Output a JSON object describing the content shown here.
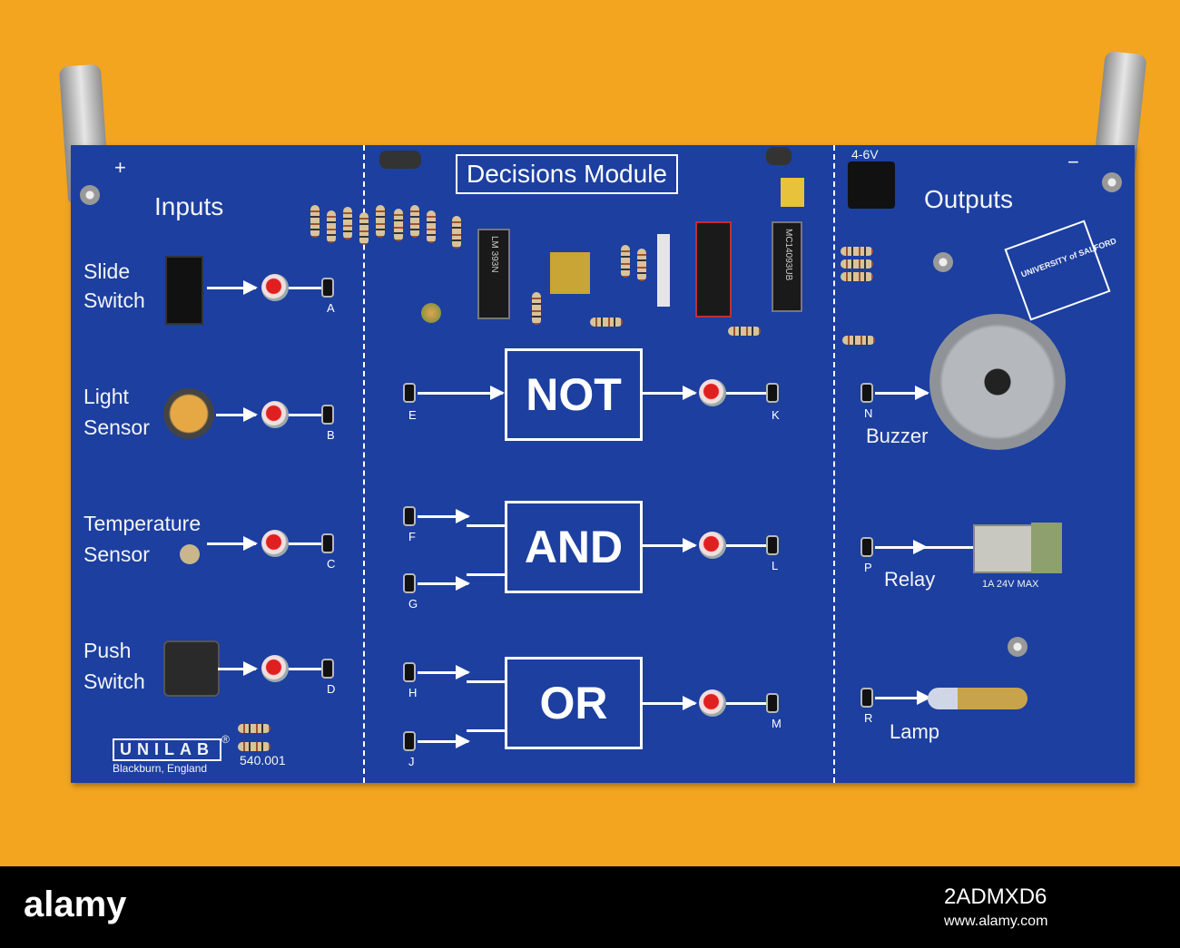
{
  "board": {
    "title": "Decisions Module",
    "plus": "+",
    "minus": "−",
    "voltage": "4-6V",
    "inputs_heading": "Inputs",
    "outputs_heading": "Outputs",
    "colors": {
      "board": "#1c3fa0",
      "background": "#f3a51f",
      "led": "#e02020"
    }
  },
  "inputs": [
    {
      "line1": "Slide",
      "line2": "Switch",
      "pin": "A"
    },
    {
      "line1": "Light",
      "line2": "Sensor",
      "pin": "B"
    },
    {
      "line1": "Temperature",
      "line2": "Sensor",
      "pin": "C"
    },
    {
      "line1": "Push",
      "line2": "Switch",
      "pin": "D"
    }
  ],
  "gates": [
    {
      "label": "NOT",
      "inputs": [
        "E"
      ],
      "output": "K"
    },
    {
      "label": "AND",
      "inputs": [
        "F",
        "G"
      ],
      "output": "L"
    },
    {
      "label": "OR",
      "inputs": [
        "H",
        "J"
      ],
      "output": "M"
    }
  ],
  "outputs": [
    {
      "label": "Buzzer",
      "pin": "N"
    },
    {
      "label": "Relay",
      "pin": "P"
    },
    {
      "label": "Lamp",
      "pin": "R"
    }
  ],
  "chips": {
    "chip1": "LM 393N",
    "chip2": "MC14093UB"
  },
  "relay_rating": "1A 24V MAX",
  "maker": {
    "logo": "UNILAB",
    "reg": "®",
    "place": "Blackburn, England",
    "part": "540.001"
  },
  "university_badge": "UNIVERSITY of SALFORD",
  "watermark": {
    "logo": "alamy",
    "id": "2ADMXD6",
    "url": "www.alamy.com"
  }
}
